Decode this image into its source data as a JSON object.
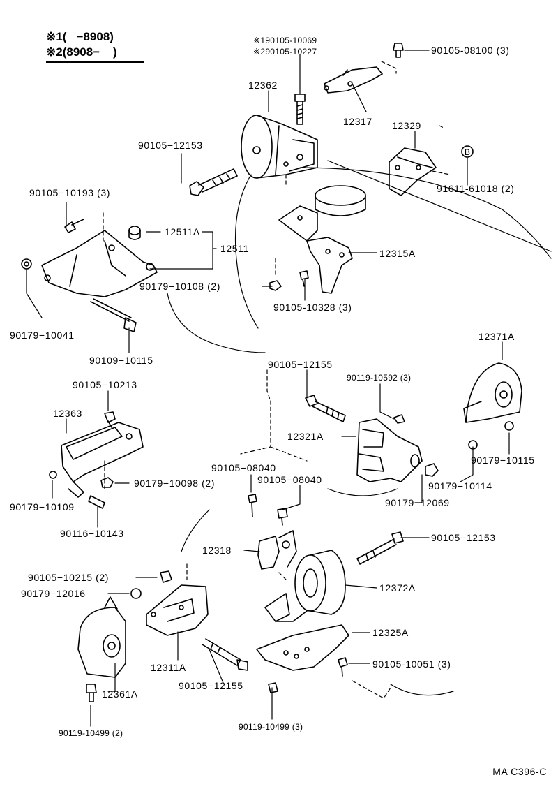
{
  "legend": {
    "row1": "※1(   −8908)",
    "row2": "※2(8908−    )"
  },
  "labels": {
    "l_190105": "※190105-10069",
    "l_290105": "※290105-10227",
    "l_90105_08100": "90105-08100 (3)",
    "l_12362": "12362",
    "l_12317": "12317",
    "l_12329": "12329",
    "l_90105_12153_top": "90105−12153",
    "l_B": "B",
    "l_91611": "91611-61018 (2)",
    "l_90105_10193": "90105−10193 (3)",
    "l_12511A": "12511A",
    "l_12511": "12511",
    "l_12315A": "12315A",
    "l_90179_10108": "90179−10108 (2)",
    "l_90105_10328": "90105-10328 (3)",
    "l_90179_10041": "90179−10041",
    "l_90109_10115": "90109−10115",
    "l_12371A": "12371A",
    "l_90105_12155_mid": "90105−12155",
    "l_90119_10592": "90119-10592 (3)",
    "l_90105_10213": "90105−10213",
    "l_12363": "12363",
    "l_12321A": "12321A",
    "l_90179_10115": "90179−10115",
    "l_90105_08040_a": "90105−08040",
    "l_90105_08040_b": "90105−08040",
    "l_90179_10114": "90179−10114",
    "l_90179_10098": "90179−10098 (2)",
    "l_90179_12069": "90179−12069",
    "l_90179_10109": "90179−10109",
    "l_90116_10143": "90116−10143",
    "l_12318": "12318",
    "l_90105_12153_bot": "90105−12153",
    "l_90105_10215": "90105−10215 (2)",
    "l_12372A": "12372A",
    "l_90179_12016": "90179−12016",
    "l_12325A": "12325A",
    "l_90105_10051": "90105-10051 (3)",
    "l_12311A": "12311A",
    "l_90105_12155_bot": "90105−12155",
    "l_12361A": "12361A",
    "l_90119_10499_left": "90119-10499 (2)",
    "l_90119_10499_right": "90119-10499 (3)"
  },
  "diagram_code": "MA  C396-C"
}
